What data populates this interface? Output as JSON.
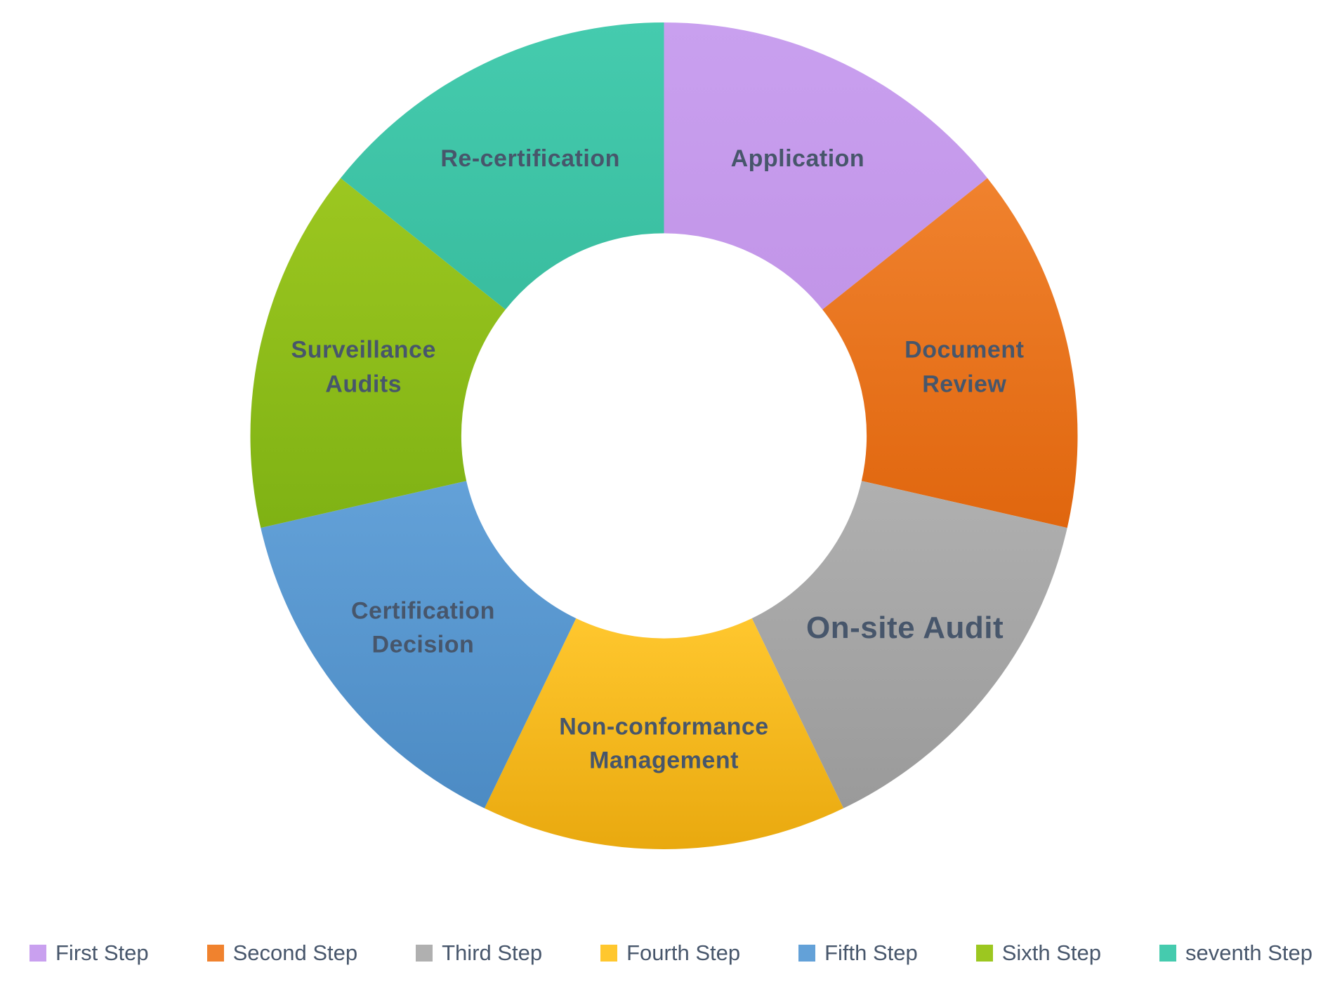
{
  "page": {
    "background": "#ffffff"
  },
  "chart_data": {
    "type": "pie",
    "subtype": "donut",
    "title": "",
    "start_angle_deg": 0,
    "direction": "clockwise",
    "inner_radius_ratio": 0.49,
    "grid": false,
    "legend_position": "bottom",
    "label_color": "#47566B",
    "legend_text_color": "#47566B",
    "slices": [
      {
        "label": "Application",
        "legend": "First Step",
        "value": 1,
        "color": "#C9A0EF",
        "color_dark": "#C295E8"
      },
      {
        "label": "Document\nReview",
        "legend": "Second Step",
        "value": 1,
        "color": "#F0822E",
        "color_dark": "#E0660E"
      },
      {
        "label": "On-site Audit",
        "legend": "Third Step",
        "value": 1,
        "color": "#B0B0B0",
        "color_dark": "#9A9A9A",
        "label_scale": 1.3
      },
      {
        "label": "Non-conformance\nManagement",
        "legend": "Fourth Step",
        "value": 1,
        "color": "#FFC72E",
        "color_dark": "#E9A90F"
      },
      {
        "label": "Certification\nDecision",
        "legend": "Fifth Step",
        "value": 1,
        "color": "#63A1D8",
        "color_dark": "#4C8BC4"
      },
      {
        "label": "Surveillance\nAudits",
        "legend": "Sixth Step",
        "value": 1,
        "color": "#9CC720",
        "color_dark": "#7FB214"
      },
      {
        "label": "Re-certification",
        "legend": "seventh Step",
        "value": 1,
        "color": "#45CBAE",
        "color_dark": "#39BD9F"
      }
    ]
  }
}
